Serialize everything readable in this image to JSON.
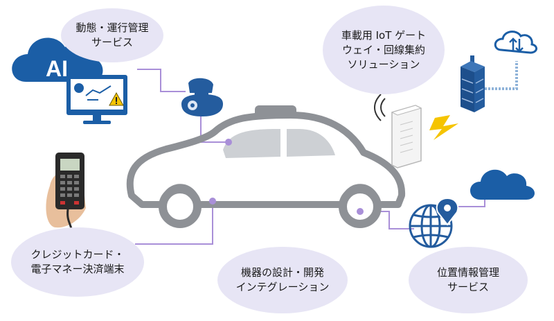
{
  "services": {
    "ops": {
      "lines": [
        "動態・運行管理",
        "サービス"
      ]
    },
    "iot": {
      "lines": [
        "車載用 IoT ゲート",
        "ウェイ・回線集約",
        "ソリューション"
      ]
    },
    "payment": {
      "lines": [
        "クレジットカード・",
        "電子マネー決済端末"
      ]
    },
    "integration": {
      "lines": [
        "機器の設計・開発",
        "インテグレーション"
      ]
    },
    "location": {
      "lines": [
        "位置情報管理",
        "サービス"
      ]
    }
  },
  "ai_cloud": {
    "label": "AI"
  },
  "colors": {
    "bubble": "#e7e5f5",
    "connector": "#a98fd8",
    "cloud": "#1b5ea6",
    "car_outline": "#8e9196",
    "car_window": "#cdd0d4",
    "device_blue": "#245c9e",
    "lightning": "#f5c400"
  },
  "icons": [
    "cloud-icon",
    "monitor-icon",
    "warning-icon",
    "camera-icon",
    "server-icon",
    "gateway-router-icon",
    "wifi-icon",
    "lightning-icon",
    "upload-download-icon",
    "globe-icon",
    "location-pin-icon",
    "payment-terminal-icon"
  ]
}
